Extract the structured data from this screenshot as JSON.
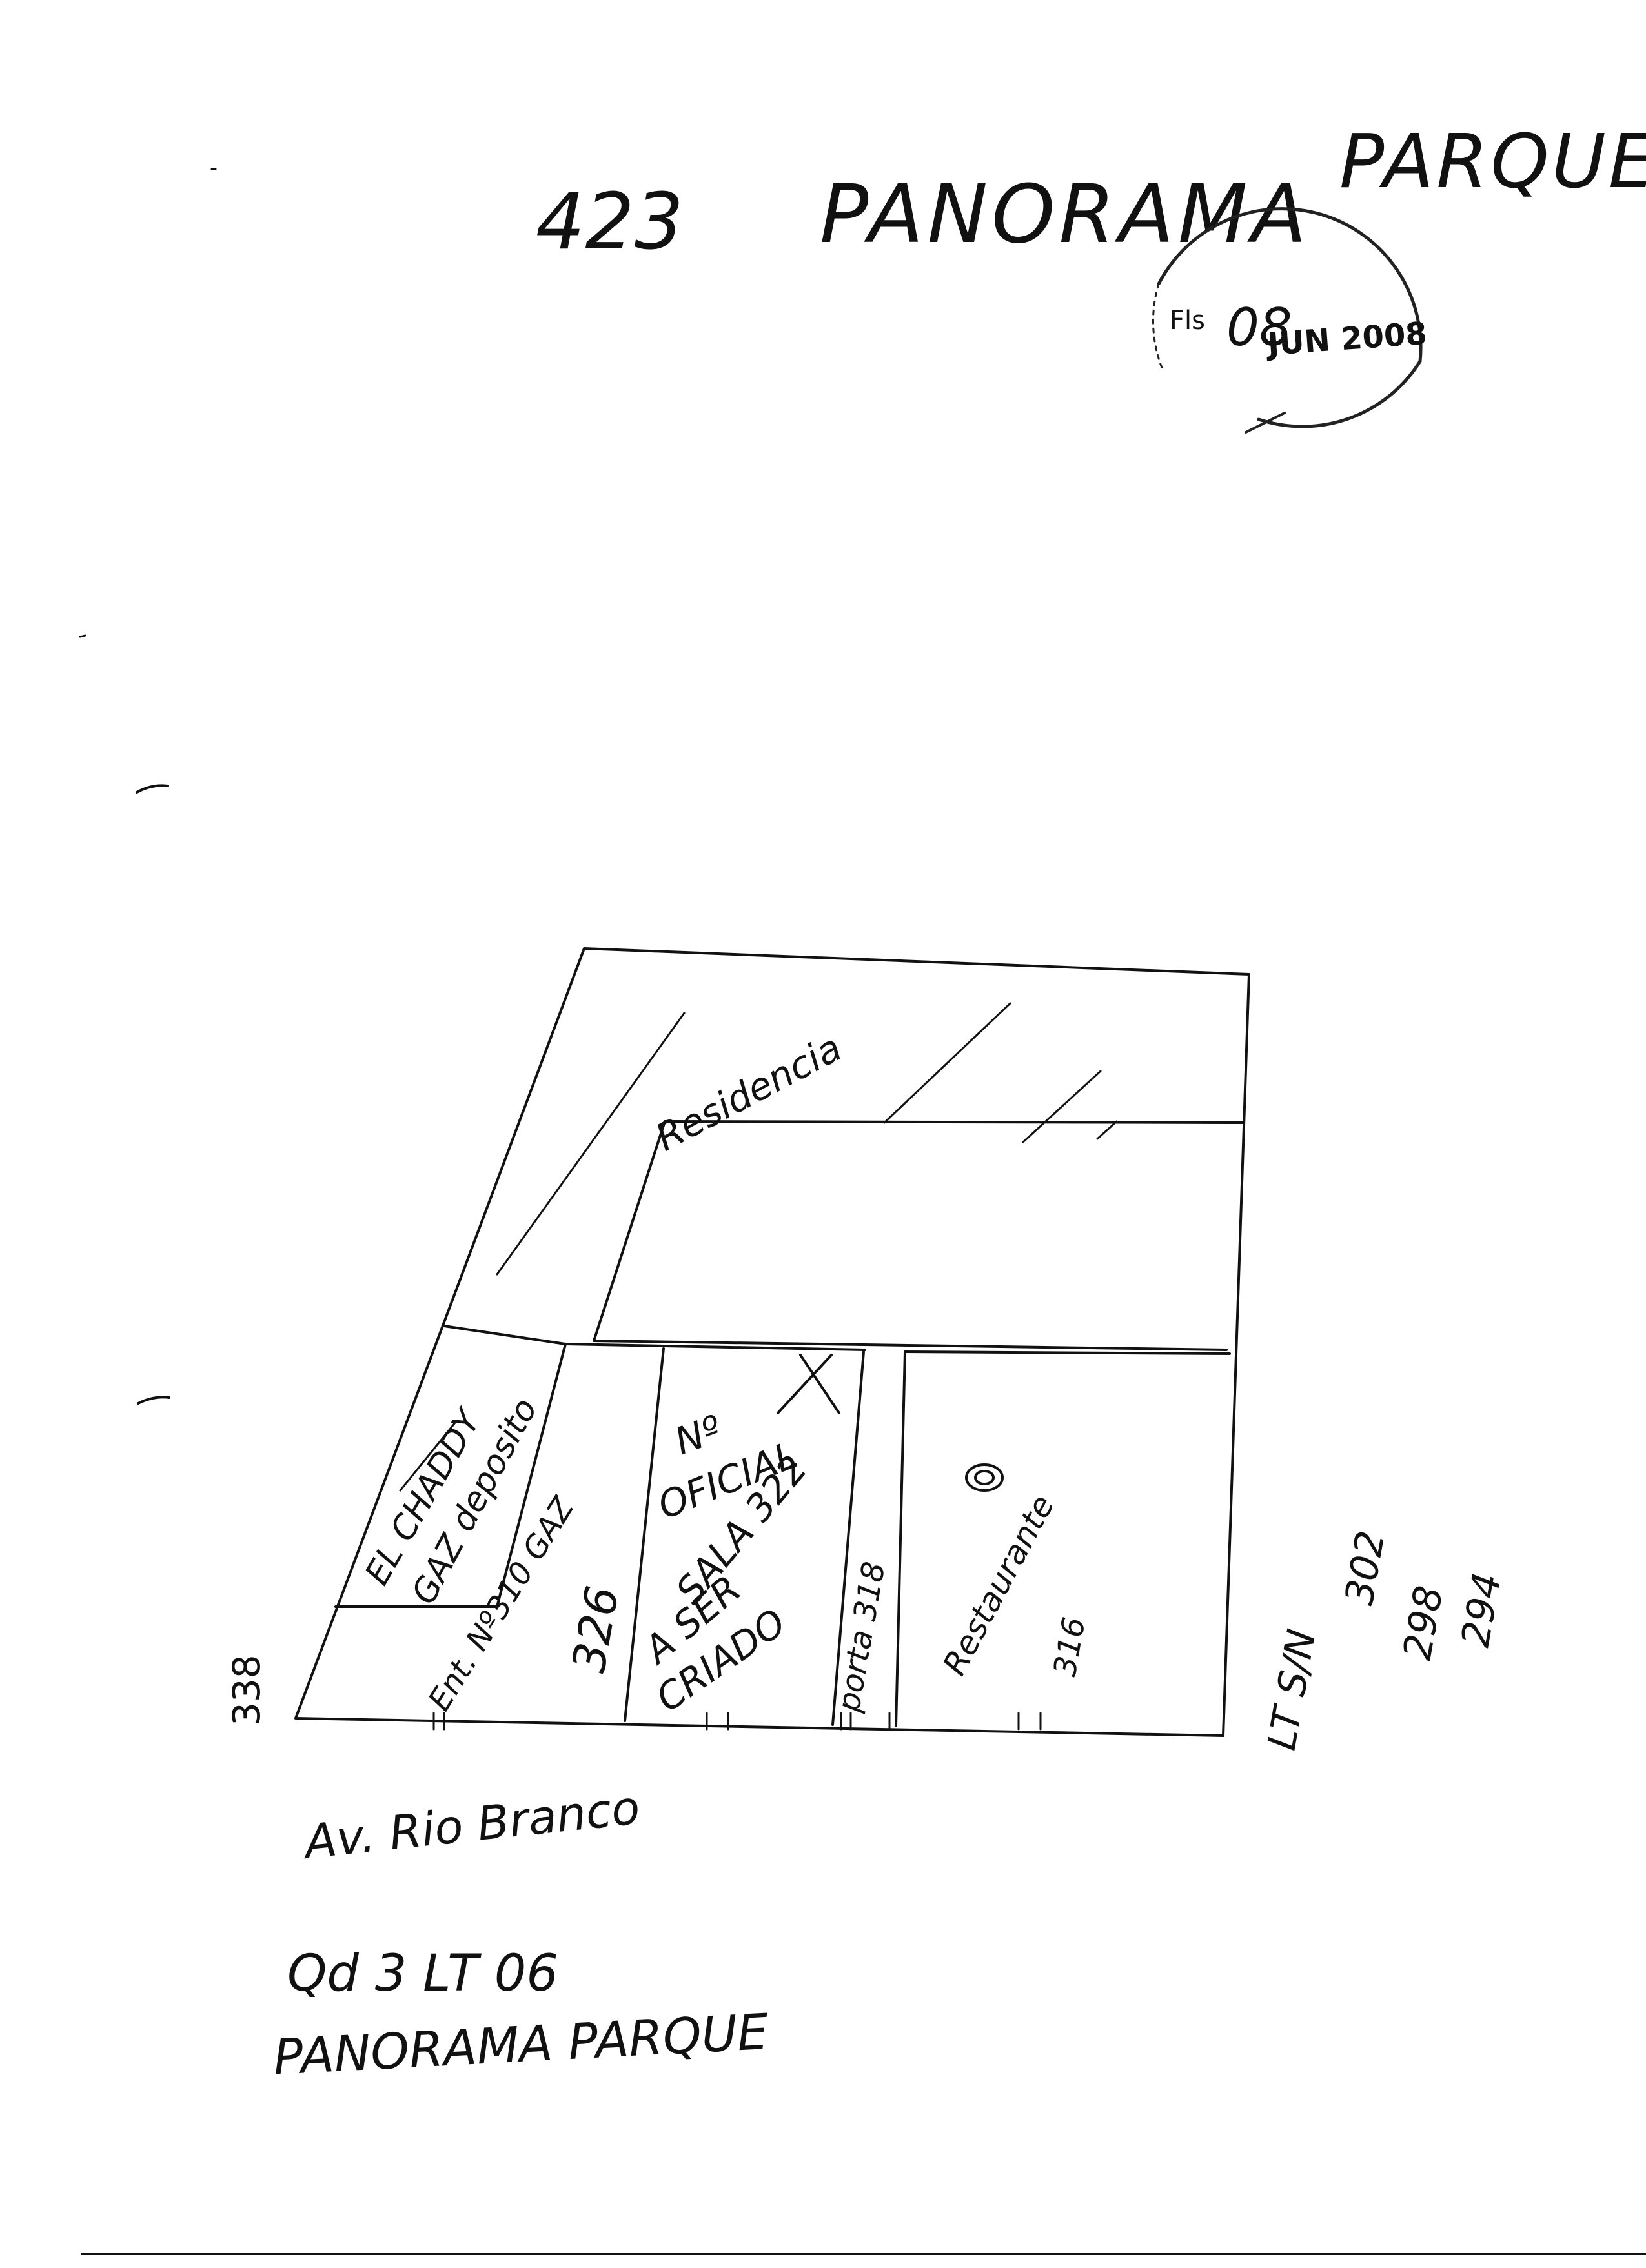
{
  "header": {
    "lot_number": "423",
    "title_word1": "PANORAMA",
    "title_word2": "PARQUE"
  },
  "stamp": {
    "handwritten_day": "08",
    "printed_date": "JUN 2008",
    "partial_text": "Fls"
  },
  "sketch": {
    "area_label": "Residencia",
    "shop_name_1": "EL CHADDY",
    "shop_name_2": "GAZ deposito",
    "entrance_label": "Ent. Nº310 GAZ",
    "number_326": "326",
    "no_oficial_1": "Nº",
    "no_oficial_2": "OFICIAL",
    "no_oficial_3": "SALA 322",
    "no_oficial_4": "A SER",
    "no_oficial_5": "CRIADO",
    "porta_label": "porta 318",
    "restaurante_label": "Restaurante",
    "number_316": "316",
    "number_338": "338",
    "lot_side_label": "LT S/N",
    "number_302": "302",
    "number_298": "298",
    "number_294": "294"
  },
  "street": "Av. Rio Branco",
  "footer": {
    "line1": "Qd 3 LT 06",
    "line2": "PANORAMA PARQUE"
  }
}
